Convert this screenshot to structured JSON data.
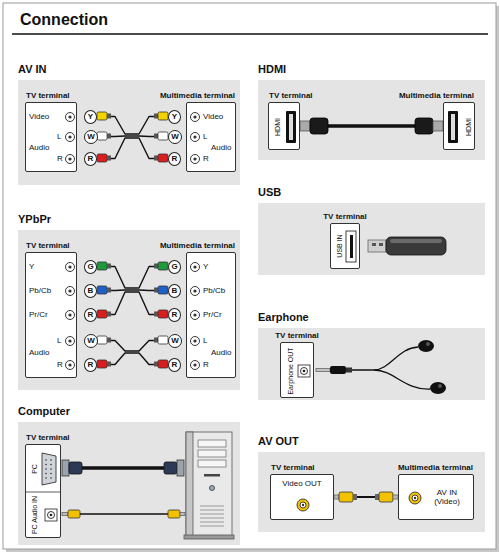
{
  "diagram": {
    "title": "Connection",
    "nodes": [
      {
        "text": [
          "AV IN"
        ]
      },
      {
        "text": [
          "TV terminal",
          "Video",
          "L",
          "Audio",
          "R"
        ],
        "in": 0
      },
      {
        "text": [
          "Multimedia terminal",
          "Video",
          "L",
          "Audio",
          "R"
        ],
        "in": 0
      },
      {
        "text": [
          "Y"
        ],
        "in": 0
      },
      {
        "text": [
          "W"
        ],
        "in": 0
      },
      {
        "text": [
          "R"
        ],
        "in": 0
      },
      {
        "text": [
          "Y"
        ],
        "in": 0
      },
      {
        "text": [
          "W"
        ],
        "in": 0
      },
      {
        "text": [
          "R"
        ],
        "in": 0
      },
      {
        "text": [
          "YPbPr"
        ]
      },
      {
        "text": [
          "TV terminal",
          "Y",
          "Pb/Cb",
          "Pr/Cr",
          "L",
          "Audio",
          "R"
        ],
        "in": 9
      },
      {
        "text": [
          "Multimedia terminal",
          "Y",
          "Pb/Cb",
          "Pr/Cr",
          "L",
          "Audio",
          "R"
        ],
        "in": 9
      },
      {
        "text": [
          "G"
        ],
        "in": 9
      },
      {
        "text": [
          "B"
        ],
        "in": 9
      },
      {
        "text": [
          "R"
        ],
        "in": 9
      },
      {
        "text": [
          "W"
        ],
        "in": 9
      },
      {
        "text": [
          "R"
        ],
        "in": 9
      },
      {
        "text": [
          "G"
        ],
        "in": 9
      },
      {
        "text": [
          "B"
        ],
        "in": 9
      },
      {
        "text": [
          "R"
        ],
        "in": 9
      },
      {
        "text": [
          "W"
        ],
        "in": 9
      },
      {
        "text": [
          "R"
        ],
        "in": 9
      },
      {
        "text": [
          "Computer"
        ]
      },
      {
        "text": [
          "TV terminal",
          "PC",
          "PC Audio IN"
        ],
        "in": 22
      },
      {
        "text": [
          "HDMI"
        ]
      },
      {
        "text": [
          "TV terminal",
          "HDMI"
        ],
        "in": 24
      },
      {
        "text": [
          "Multimedia terminal",
          "HDMI"
        ],
        "in": 24
      },
      {
        "text": [
          "USB"
        ]
      },
      {
        "text": [
          "TV terminal",
          "USB IN"
        ],
        "in": 27
      },
      {
        "text": [
          "Earphone"
        ]
      },
      {
        "text": [
          "TV terminal",
          "Earphone OUT"
        ],
        "in": 29
      },
      {
        "text": [
          "AV OUT"
        ]
      },
      {
        "text": [
          "TV terminal",
          "Video OUT"
        ],
        "in": 31
      },
      {
        "text": [
          "Multimedia terminal",
          "AV IN (Video)"
        ],
        "in": 31
      }
    ],
    "edges": [
      {
        "from": 3,
        "to": 6,
        "arrow": "none"
      },
      {
        "from": 4,
        "to": 7,
        "arrow": "none"
      },
      {
        "from": 5,
        "to": 8,
        "arrow": "none"
      },
      {
        "from": 12,
        "to": 17,
        "arrow": "none"
      },
      {
        "from": 13,
        "to": 18,
        "arrow": "none"
      },
      {
        "from": 14,
        "to": 19,
        "arrow": "none"
      },
      {
        "from": 15,
        "to": 20,
        "arrow": "none"
      },
      {
        "from": 16,
        "to": 21,
        "arrow": "none"
      },
      {
        "from": 25,
        "to": 26,
        "arrow": "none"
      },
      {
        "from": 32,
        "to": 33,
        "arrow": "none"
      }
    ]
  }
}
